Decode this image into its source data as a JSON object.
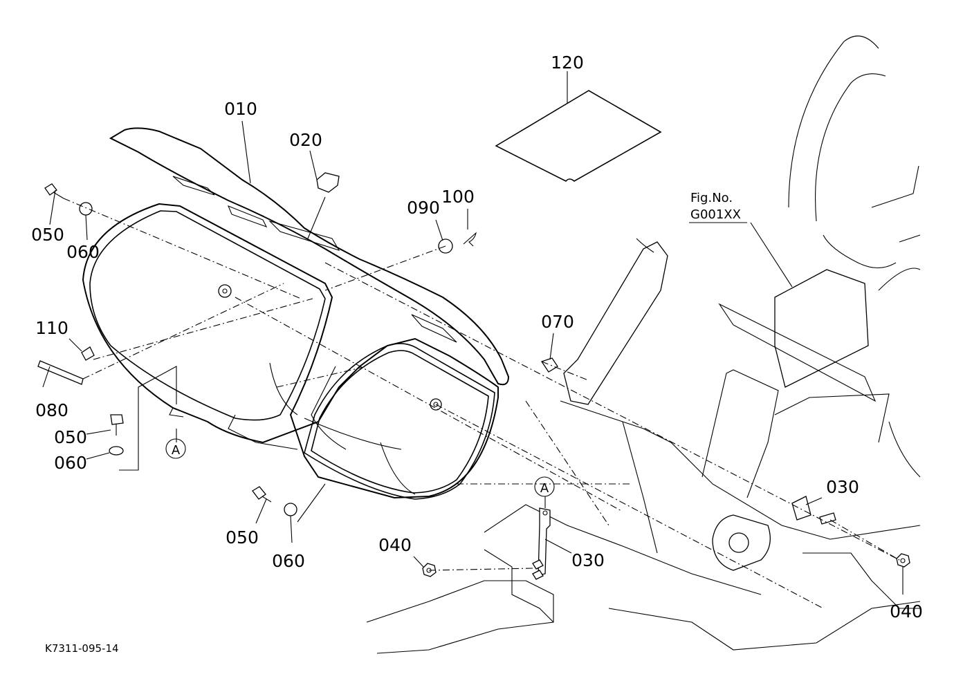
{
  "figure": {
    "drawing_code": "K7311-095-14",
    "reference": {
      "line1": "Fig.No.",
      "line2": "G001XX"
    },
    "section_marker": "A"
  },
  "callouts": {
    "p010": "010",
    "p020": "020",
    "p030_right": "030",
    "p030_bracket": "030",
    "p040_left": "040",
    "p040_right": "040",
    "p050_top": "050",
    "p050_mid": "050",
    "p050_bottom": "050",
    "p060_top": "060",
    "p060_mid": "060",
    "p060_bottom": "060",
    "p070": "070",
    "p080": "080",
    "p090": "090",
    "p100": "100",
    "p110": "110",
    "p120": "120"
  }
}
